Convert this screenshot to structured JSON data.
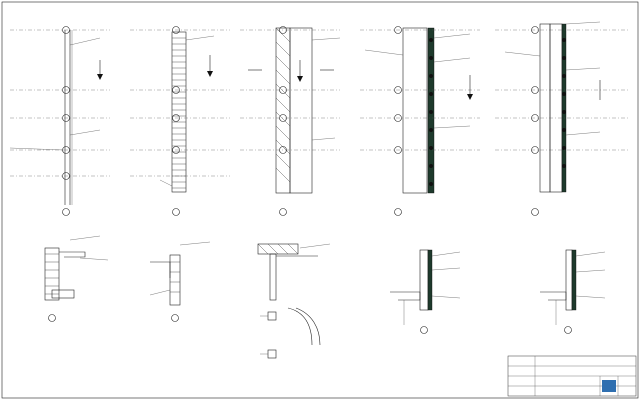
{
  "drawing": {
    "elevations": [
      {
        "id": "e1",
        "title": ""
      },
      {
        "id": "e2",
        "title": ""
      },
      {
        "id": "e3",
        "title": ""
      },
      {
        "id": "e4",
        "title": ""
      },
      {
        "id": "e5",
        "title": ""
      }
    ],
    "details": [
      {
        "id": "d1",
        "title": ""
      },
      {
        "id": "d2",
        "title": ""
      },
      {
        "id": "d3",
        "title": ""
      },
      {
        "id": "d4",
        "title": ""
      },
      {
        "id": "d5",
        "title": ""
      }
    ],
    "title_block": {
      "project": "",
      "sheet": "",
      "logo_text": ""
    }
  }
}
